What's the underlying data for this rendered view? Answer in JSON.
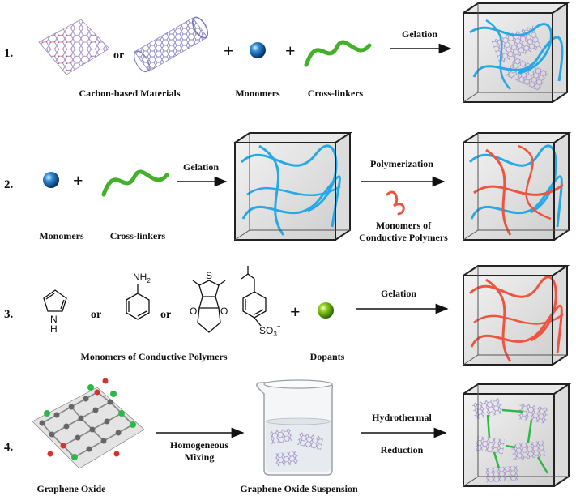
{
  "colors": {
    "network_blue": "#27a9e6",
    "polymer_red": "#ee5540",
    "crosslinker_green": "#43b02a",
    "cube_frame": "#222222",
    "graphene_purple": "#a090c8",
    "gel_green": "#2fb84a"
  },
  "steps": [
    {
      "number": "1.",
      "labels": {
        "carbon": "Carbon-based Materials",
        "monomers": "Monomers",
        "crosslinkers": "Cross-linkers"
      },
      "connector_or": "or",
      "plus": "+",
      "arrow_label": "Gelation"
    },
    {
      "number": "2.",
      "labels": {
        "monomers": "Monomers",
        "crosslinkers": "Cross-linkers",
        "conductive_line1": "Monomers of",
        "conductive_line2": "Conductive Polymers"
      },
      "plus": "+",
      "arrow1_label": "Gelation",
      "arrow2_label": "Polymerization"
    },
    {
      "number": "3.",
      "labels": {
        "monomers": "Monomers of Conductive Polymers",
        "dopants": "Dopants"
      },
      "connector_or": "or",
      "plus": "+",
      "arrow_label": "Gelation",
      "chem": {
        "pyrrole_nh": "N",
        "pyrrole_h": "H",
        "aniline_nh2": "NH",
        "aniline_sub": "2",
        "edot_s": "S",
        "edot_o": "O",
        "sulfonate": "SO",
        "sulfonate_sub": "3",
        "sulfonate_sup": "−"
      }
    },
    {
      "number": "4.",
      "labels": {
        "graphene_oxide": "Graphene Oxide",
        "suspension": "Graphene Oxide Suspension"
      },
      "arrow1_label_line1": "Homogeneous",
      "arrow1_label_line2": "Mixing",
      "arrow2_label_line1": "Hydrothermal",
      "arrow2_label_line2": "Reduction"
    }
  ]
}
